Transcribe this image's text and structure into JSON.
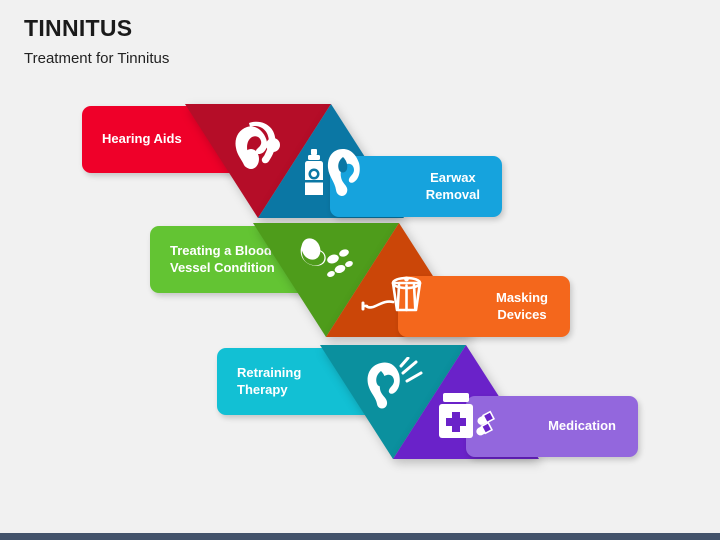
{
  "header": {
    "title": "TINNITUS",
    "subtitle": "Treatment for Tinnitus"
  },
  "theme": {
    "background": "#f1f1f1",
    "bottom_bar": "#43536b",
    "text_on_color": "#ffffff",
    "title_color": "#1a1a1a"
  },
  "diagram": {
    "type": "zigzag-triangle-infographic",
    "steps": [
      {
        "label": "Hearing Aids",
        "side": "left",
        "pill_color": "#ef0029",
        "triangle_color": "#b50d28",
        "triangle_direction": "down",
        "icon": "hearing-aid-icon"
      },
      {
        "label": "Earwax\nRemoval",
        "side": "right",
        "pill_color": "#16a3dd",
        "triangle_color": "#0b77a4",
        "triangle_direction": "up",
        "icon": "ear-drops-icon"
      },
      {
        "label": "Treating a Blood\nVessel Condition",
        "side": "left",
        "pill_color": "#63c433",
        "triangle_color": "#4e9c1b",
        "triangle_direction": "down",
        "icon": "blood-vessel-icon"
      },
      {
        "label": "Masking\nDevices",
        "side": "right",
        "pill_color": "#f4671c",
        "triangle_color": "#cb4608",
        "triangle_direction": "up",
        "icon": "masking-device-icon"
      },
      {
        "label": "Retraining\nTherapy",
        "side": "left",
        "pill_color": "#12c0d4",
        "triangle_color": "#0b909e",
        "triangle_direction": "down",
        "icon": "ear-sound-icon"
      },
      {
        "label": "Medication",
        "side": "right",
        "pill_color": "#9367dd",
        "triangle_color": "#6a22c9",
        "triangle_direction": "up",
        "icon": "pill-bottle-icon"
      }
    ]
  }
}
